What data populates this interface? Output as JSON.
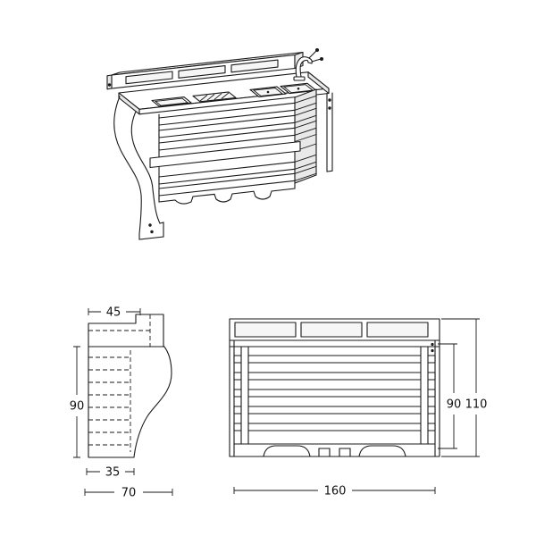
{
  "page": {
    "background": "#ffffff"
  },
  "diagram": {
    "subject": "bar-counter-technical-drawing",
    "views": {
      "isometric": "isometric-projection",
      "side": "side-elevation",
      "front": "front-elevation"
    },
    "dims": {
      "side_top_depth": "45",
      "side_height": "90",
      "side_base_depth": "35",
      "side_total_depth": "70",
      "front_body_height": "90",
      "front_total_height": "110",
      "front_width": "160"
    },
    "colors": {
      "line": "#1a1a1a",
      "paper": "#ffffff",
      "shade": "#e9e9e9"
    }
  }
}
